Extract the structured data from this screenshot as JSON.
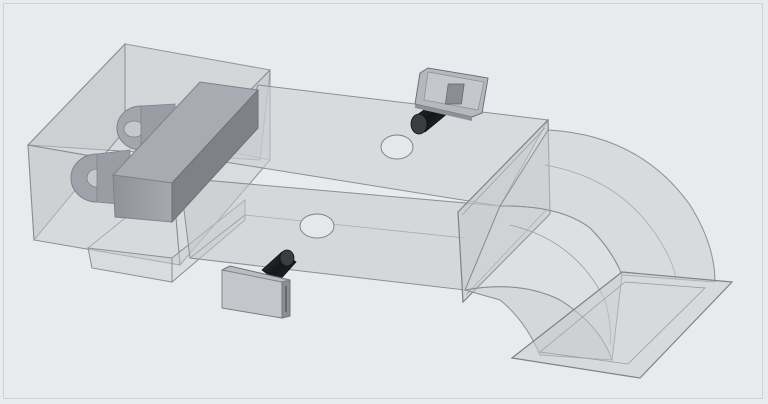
{
  "viewport": {
    "background": "#e9eaed"
  },
  "colors": {
    "duct_fill": "#c9cbcf",
    "duct_stroke": "#8c8e92",
    "solid_fill": "#9a9da3",
    "solid_dark": "#7f8288",
    "diffuser_fill": "#b8bbc1",
    "tube_fill": "#1e1f22"
  },
  "scene": {
    "name": "hvac-duct-assembly",
    "components": [
      "housing-box",
      "fan-unit",
      "straight-duct",
      "elbow-duct",
      "diffuser-top",
      "diffuser-bottom"
    ]
  }
}
